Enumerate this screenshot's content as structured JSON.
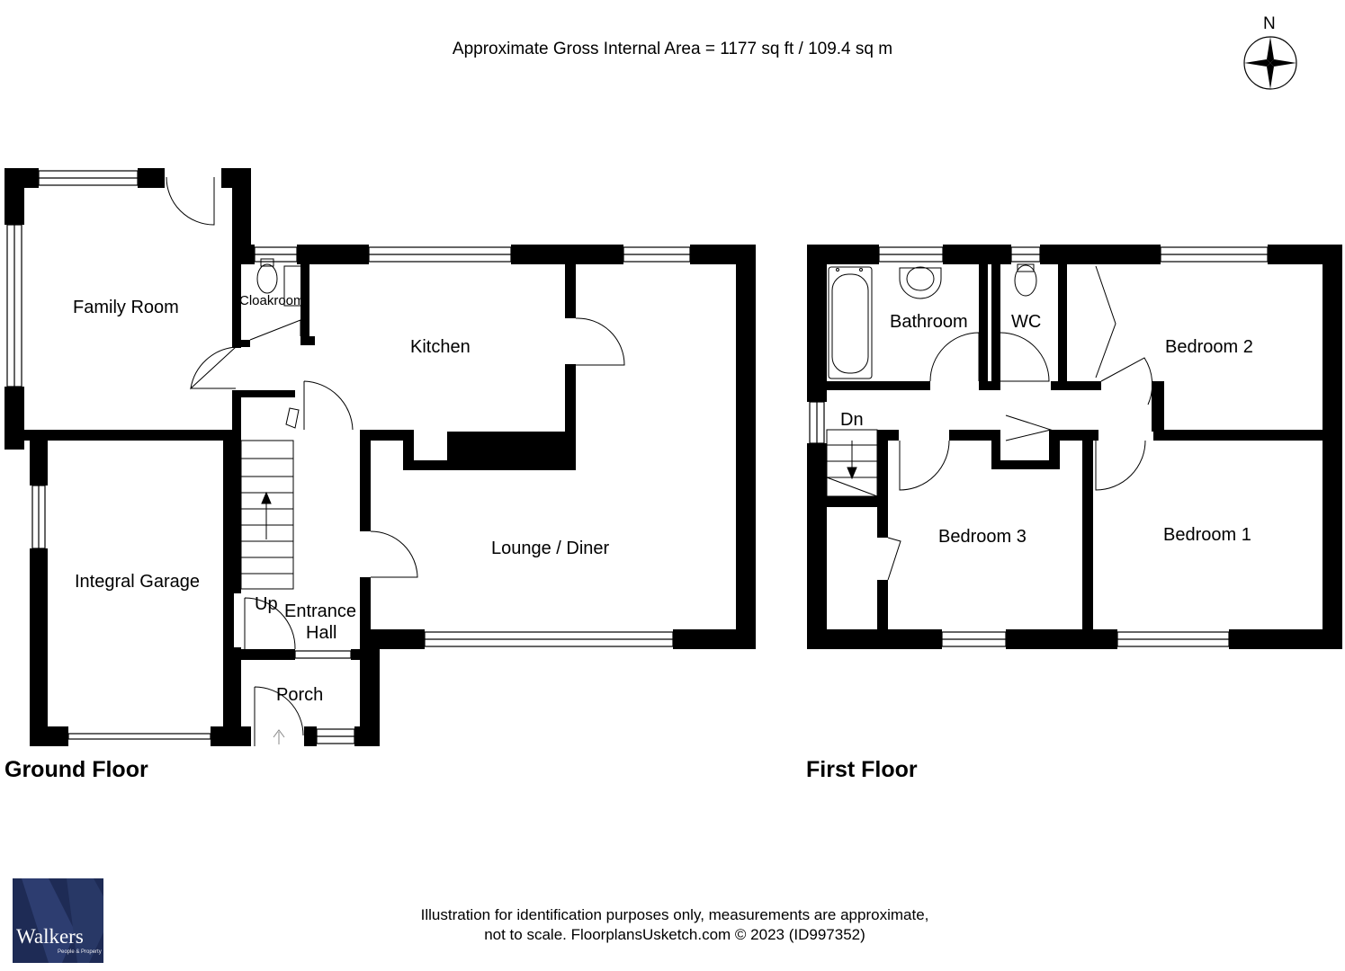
{
  "header": {
    "area_text": "Approximate Gross Internal Area = 1177 sq ft / 109.4 sq m"
  },
  "compass": {
    "label": "N"
  },
  "ground_floor": {
    "title": "Ground Floor",
    "rooms": {
      "family_room": "Family Room",
      "cloakroom": "Cloakroom",
      "kitchen": "Kitchen",
      "lounge_diner": "Lounge / Diner",
      "integral_garage": "Integral Garage",
      "entrance_hall_line1": "Entrance",
      "entrance_hall_line2": "Hall",
      "porch": "Porch",
      "stairs_up": "Up"
    }
  },
  "first_floor": {
    "title": "First Floor",
    "rooms": {
      "bathroom": "Bathroom",
      "wc": "WC",
      "bedroom_2": "Bedroom 2",
      "bedroom_3": "Bedroom 3",
      "bedroom_1": "Bedroom 1",
      "stairs_down": "Dn"
    }
  },
  "footer": {
    "line1": "Illustration for identification purposes only, measurements are approximate,",
    "line2": "not to scale. FloorplansUsketch.com © 2023 (ID997352)"
  },
  "logo": {
    "name": "Walkers",
    "tagline": "People & Property"
  },
  "colors": {
    "wall": "#000000",
    "background": "#ffffff",
    "logo_bg": "#1e2b55"
  }
}
